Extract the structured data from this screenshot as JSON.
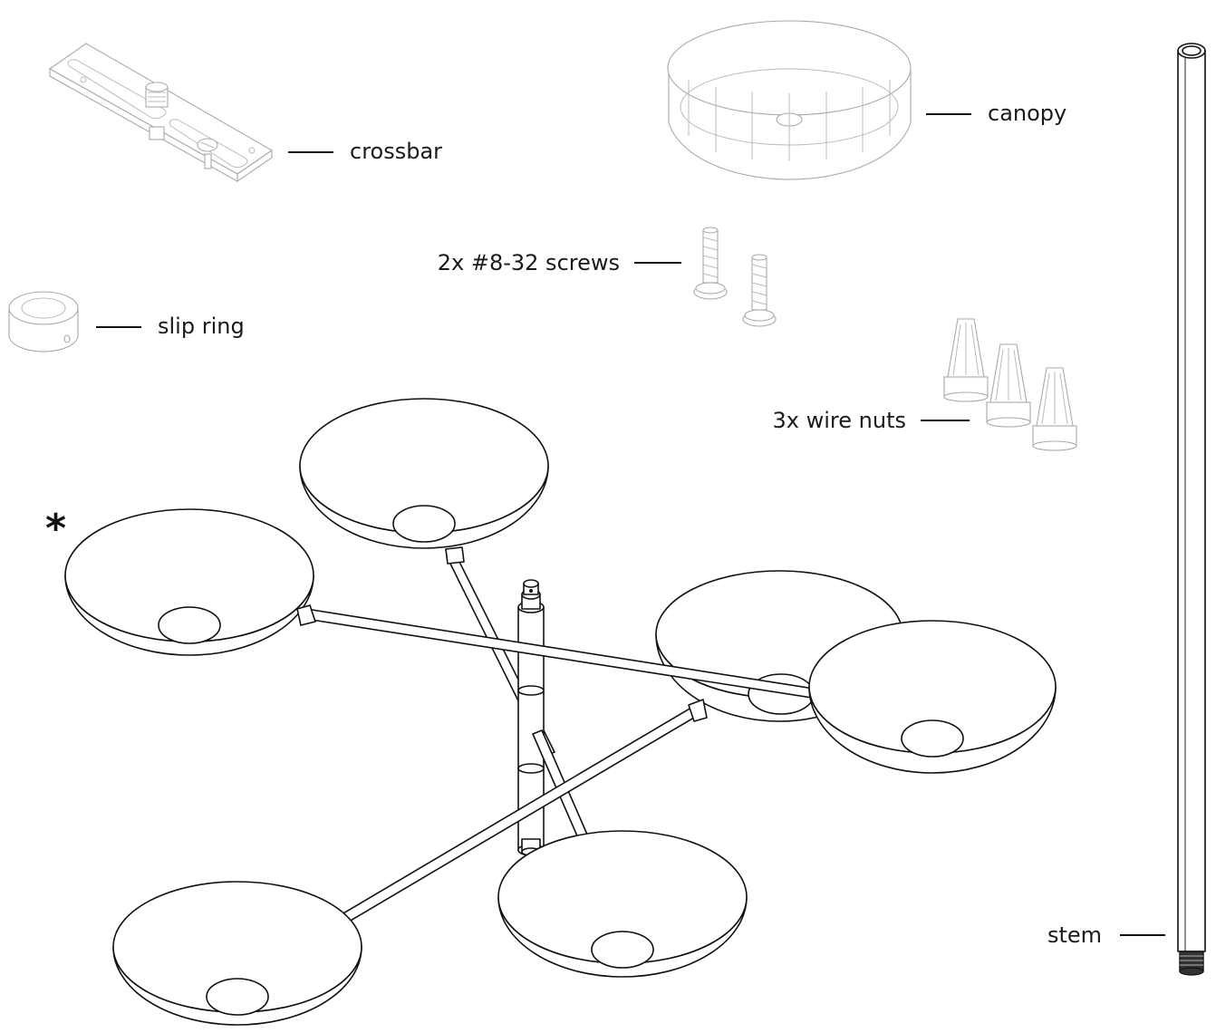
{
  "parts": {
    "crossbar": "crossbar",
    "canopy": "canopy",
    "screws": "2x #8-32 screws",
    "slip_ring": "slip ring",
    "wire_nuts": "3x wire nuts",
    "stem": "stem"
  },
  "marker": "*",
  "colors": {
    "ink": "#111111",
    "faint": "#aaaaaa",
    "background": "#ffffff"
  }
}
